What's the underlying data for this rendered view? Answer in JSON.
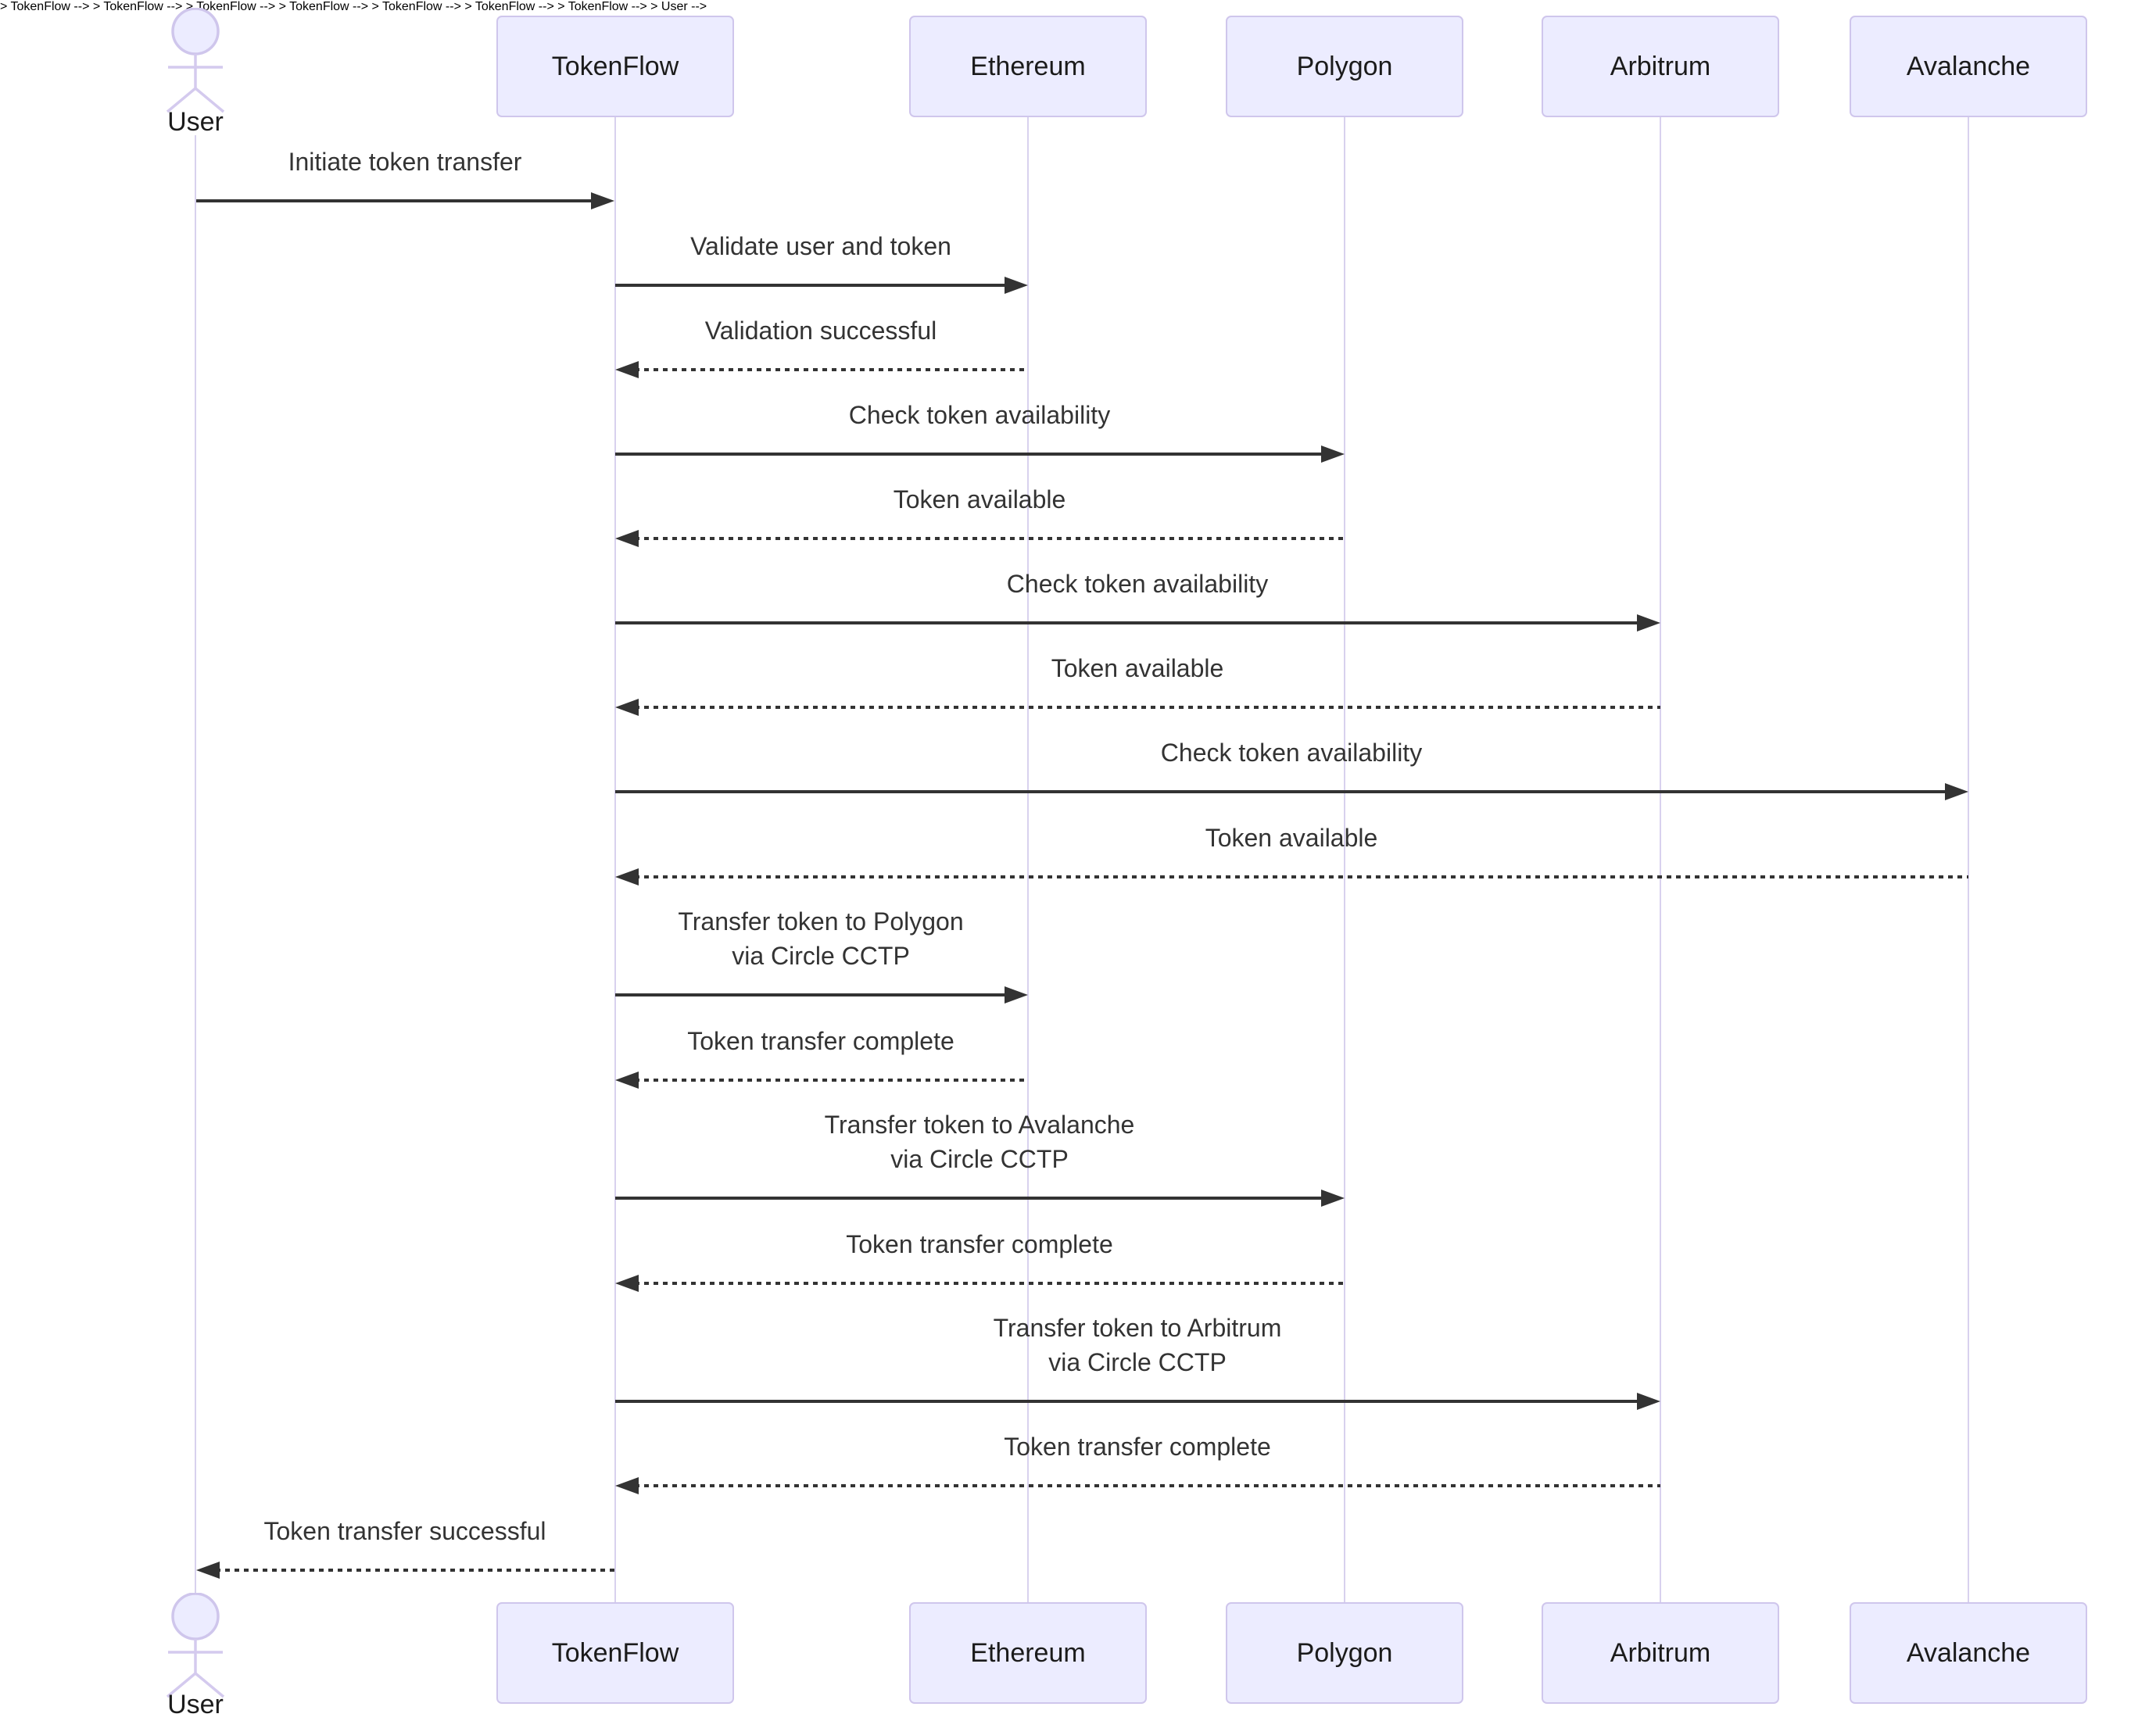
{
  "seq": {
    "participants": [
      {
        "label": "User",
        "type": "actor"
      },
      {
        "label": "TokenFlow",
        "type": "participant"
      },
      {
        "label": "Ethereum",
        "type": "participant"
      },
      {
        "label": "Polygon",
        "type": "participant"
      },
      {
        "label": "Arbitrum",
        "type": "participant"
      },
      {
        "label": "Avalanche",
        "type": "participant"
      }
    ],
    "messages": [
      {
        "from": "User",
        "to": "TokenFlow",
        "line": "solid",
        "label": "Initiate token transfer"
      },
      {
        "from": "TokenFlow",
        "to": "Ethereum",
        "line": "solid",
        "label": "Validate user and token"
      },
      {
        "from": "Ethereum",
        "to": "TokenFlow",
        "line": "dashed",
        "label": "Validation successful"
      },
      {
        "from": "TokenFlow",
        "to": "Polygon",
        "line": "solid",
        "label": "Check token availability"
      },
      {
        "from": "Polygon",
        "to": "TokenFlow",
        "line": "dashed",
        "label": "Token available"
      },
      {
        "from": "TokenFlow",
        "to": "Arbitrum",
        "line": "solid",
        "label": "Check token availability"
      },
      {
        "from": "Arbitrum",
        "to": "TokenFlow",
        "line": "dashed",
        "label": "Token available"
      },
      {
        "from": "TokenFlow",
        "to": "Avalanche",
        "line": "solid",
        "label": "Check token availability"
      },
      {
        "from": "Avalanche",
        "to": "TokenFlow",
        "line": "dashed",
        "label": "Token available"
      },
      {
        "from": "TokenFlow",
        "to": "Ethereum",
        "line": "solid",
        "label": "Transfer token to Polygon",
        "label2": "via Circle CCTP"
      },
      {
        "from": "Ethereum",
        "to": "TokenFlow",
        "line": "dashed",
        "label": "Token transfer complete"
      },
      {
        "from": "TokenFlow",
        "to": "Polygon",
        "line": "solid",
        "label": "Transfer token to Avalanche",
        "label2": "via Circle CCTP"
      },
      {
        "from": "Polygon",
        "to": "TokenFlow",
        "line": "dashed",
        "label": "Token transfer complete"
      },
      {
        "from": "TokenFlow",
        "to": "Arbitrum",
        "line": "solid",
        "label": "Transfer token to Arbitrum",
        "label2": "via Circle CCTP"
      },
      {
        "from": "Arbitrum",
        "to": "TokenFlow",
        "line": "dashed",
        "label": "Token transfer complete"
      },
      {
        "from": "TokenFlow",
        "to": "User",
        "line": "dashed",
        "label": "Token transfer successful"
      }
    ],
    "colors": {
      "participant_fill": "#ECECFF",
      "participant_border": "#CFC6EC",
      "lifeline": "#D8D1EE",
      "message_line": "#333333",
      "message_text": "#333333",
      "actor_text": "#1B1B1B",
      "background": "#FFFFFF"
    }
  }
}
